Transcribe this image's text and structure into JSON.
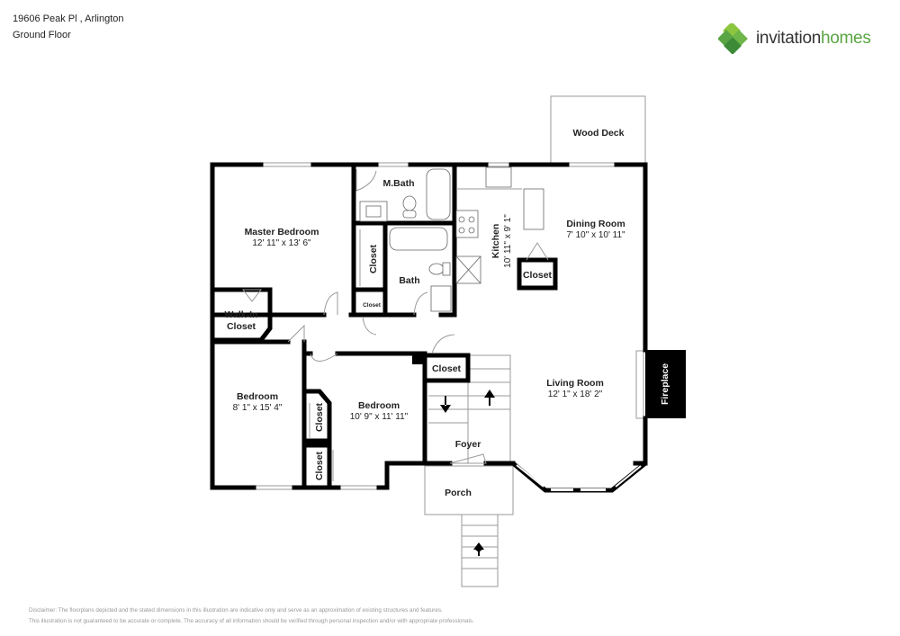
{
  "header": {
    "address": "19606 Peak Pl , Arlington",
    "floor": "Ground Floor"
  },
  "logo": {
    "part1": "invitation",
    "part2": "homes",
    "brand_color": "#5aa543"
  },
  "rooms": {
    "wood_deck": {
      "name": "Wood Deck"
    },
    "m_bath": {
      "name": "M.Bath"
    },
    "master_bedroom": {
      "name": "Master Bedroom",
      "dims": "12' 11\" x 13' 6\""
    },
    "closet_master": {
      "name": "Closet"
    },
    "closet_small": {
      "name": "Closet"
    },
    "bath": {
      "name": "Bath"
    },
    "kitchen": {
      "name": "Kitchen",
      "dims": "10' 11\" x 9' 1\""
    },
    "dining_room": {
      "name": "Dining Room",
      "dims": "7' 10\" x 10' 11\""
    },
    "closet_dining": {
      "name": "Closet"
    },
    "walk_in_closet": {
      "name1": "Walk-In",
      "name2": "Closet"
    },
    "bedroom1": {
      "name": "Bedroom",
      "dims": "8' 1\" x 15' 4\""
    },
    "bedroom2": {
      "name": "Bedroom",
      "dims": "10' 9\" x 11' 11\""
    },
    "closet_b2a": {
      "name": "Closet"
    },
    "closet_b2b": {
      "name": "Closet"
    },
    "closet_foyer": {
      "name": "Closet"
    },
    "living_room": {
      "name": "Living Room",
      "dims": "12' 1\" x 18' 2\""
    },
    "fireplace": {
      "name": "Fireplace"
    },
    "foyer": {
      "name": "Foyer"
    },
    "porch": {
      "name": "Porch"
    }
  },
  "disclaimer": {
    "line1": "Disclaimer: The floorplans depicted and the stated dimensions in this illustration are indicative only and serve as an approximation of existing structures and features.",
    "line2": "This illustration is not guaranteed to be accurate or complete. The accuracy of all information should be verified through personal inspection and/or with appropriate professionals."
  }
}
